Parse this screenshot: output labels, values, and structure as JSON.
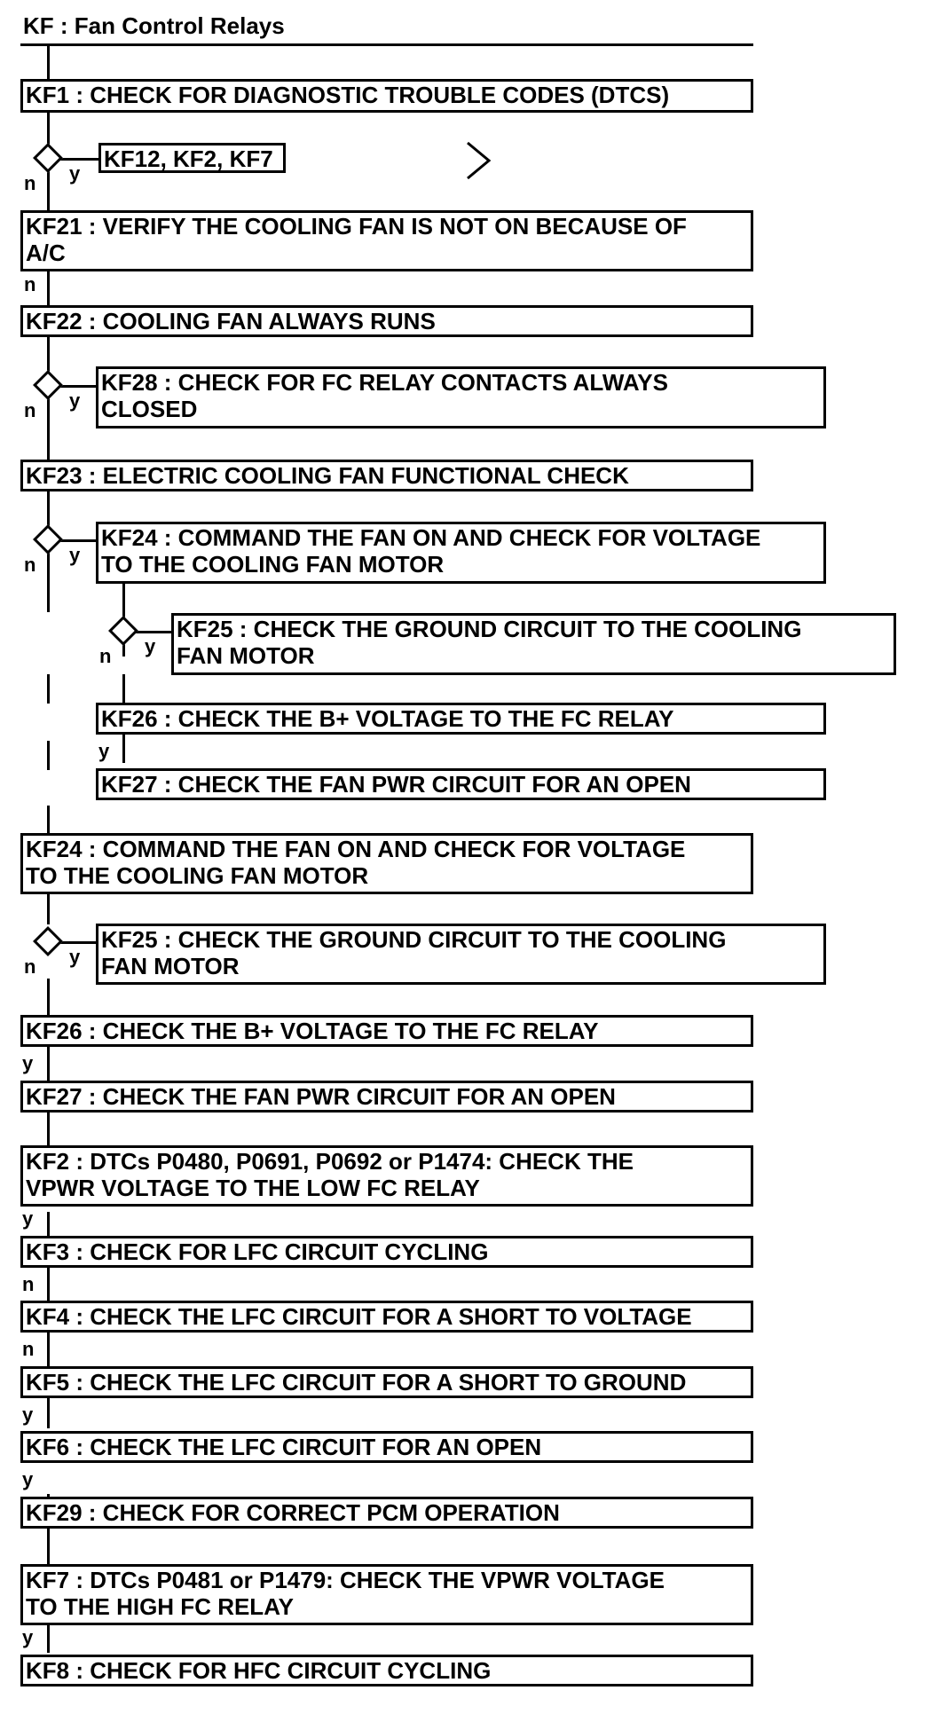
{
  "diagram": {
    "header": "KF : Fan Control Relays",
    "steps": {
      "kf1": "KF1 : CHECK FOR DIAGNOSTIC TROUBLE CODES (DTCS)",
      "kf_links": "KF12, KF2, KF7",
      "kf21": "KF21 : VERIFY THE COOLING FAN IS NOT ON BECAUSE OF\nA/C",
      "kf22": "KF22 : COOLING FAN ALWAYS RUNS",
      "kf28": "KF28 : CHECK FOR FC RELAY CONTACTS ALWAYS\nCLOSED",
      "kf23": "KF23 : ELECTRIC COOLING FAN FUNCTIONAL CHECK",
      "kf24_a": "KF24 : COMMAND THE FAN ON AND CHECK FOR VOLTAGE\nTO THE COOLING FAN MOTOR",
      "kf25_a": "KF25 : CHECK THE GROUND CIRCUIT TO THE COOLING\nFAN MOTOR",
      "kf26_a": "KF26 : CHECK THE B+ VOLTAGE TO THE FC RELAY",
      "kf27_a": "KF27 : CHECK THE FAN PWR CIRCUIT FOR AN OPEN",
      "kf24_b": "KF24 : COMMAND THE FAN ON AND CHECK FOR VOLTAGE\nTO THE COOLING FAN MOTOR",
      "kf25_b": "KF25 : CHECK THE GROUND CIRCUIT TO THE COOLING\nFAN MOTOR",
      "kf26_b": "KF26 : CHECK THE B+ VOLTAGE TO THE FC RELAY",
      "kf27_b": "KF27 : CHECK THE FAN PWR CIRCUIT FOR AN OPEN",
      "kf2": "KF2 : DTCs P0480, P0691, P0692 or P1474: CHECK THE\nVPWR VOLTAGE TO THE LOW FC RELAY",
      "kf3": "KF3 : CHECK FOR LFC CIRCUIT CYCLING",
      "kf4": "KF4 : CHECK THE LFC CIRCUIT FOR A SHORT TO VOLTAGE",
      "kf5": "KF5 : CHECK THE LFC CIRCUIT FOR A SHORT TO GROUND",
      "kf6": "KF6 : CHECK THE LFC CIRCUIT FOR AN OPEN",
      "kf29": "KF29 : CHECK FOR CORRECT PCM OPERATION",
      "kf7": "KF7 : DTCs P0481 or P1479: CHECK THE VPWR VOLTAGE\nTO THE HIGH FC RELAY",
      "kf8": "KF8 : CHECK FOR HFC CIRCUIT CYCLING"
    },
    "labels": {
      "no": "n",
      "yes": "y"
    }
  }
}
